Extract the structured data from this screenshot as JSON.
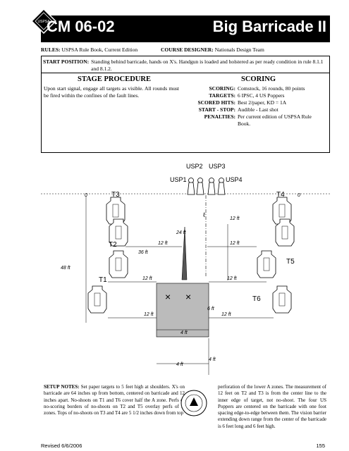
{
  "header": {
    "stage_code": "CM 06-02",
    "stage_name": "Big Barricade II",
    "logo_text": "USPSA"
  },
  "meta": {
    "rules_label": "RULES:",
    "rules_value": "USPSA Rule Book, Current Edition",
    "designer_label": "COURSE DESIGNER:",
    "designer_value": "Nationals Design Team"
  },
  "start_position": {
    "label": "START POSITION:",
    "text": "Standing behind barricade, hands on X's. Handgun is loaded and holstered as per ready condition in rule 8.1.1 and 8.1.2."
  },
  "stage_procedure": {
    "heading": "STAGE PROCEDURE",
    "text": "Upon start signal, engage all targets as visible. All rounds must be fired within the confines of the fault lines."
  },
  "scoring": {
    "heading": "SCORING",
    "rows": [
      {
        "label": "SCORING:",
        "value": "Comstock, 16 rounds, 80 points"
      },
      {
        "label": "TARGETS:",
        "value": "6 IPSC, 4 US Poppers"
      },
      {
        "label": "SCORED HITS:",
        "value": "Best 2/paper, KD = 1A"
      },
      {
        "label": "START - STOP:",
        "value": "Audible - Last shot"
      },
      {
        "label": "PENALTIES:",
        "value": "Per current edition of USPSA Rule Book."
      }
    ]
  },
  "diagram": {
    "poppers": [
      "USP1",
      "USP2",
      "USP3",
      "USP4"
    ],
    "targets": [
      "T1",
      "T2",
      "T3",
      "T4",
      "T5",
      "T6"
    ],
    "zero_left": "0",
    "zero_right": "0",
    "dims": {
      "d48": "48 ft",
      "d36": "36 ft",
      "d24": "24 ft",
      "d12_t2": "12 ft",
      "d12_t2r": "12 ft",
      "d12_t1": "12 ft",
      "d12_t6": "12 ft",
      "d12_top": "12 ft",
      "d12_bl": "12 ft",
      "d12_br": "12 ft",
      "d6": "6 ft",
      "d4_mid": "4 ft",
      "d4_bot": "4 ft",
      "d4_right": "4 ft"
    }
  },
  "setup_notes": {
    "label": "SETUP NOTES:",
    "text_left": "Set paper targets to 5 feet high at shoulders. X's on barricade are 64 inches up from bottom, centered on barricade and 12 inches apart. No-shoots on T1 and T6 cover half the A zone. Perfs of no-scoring borders of no-shoots on T2 and T5 overlay perfs of A zones. Tops of no-shoots on T3 and T4 are 5 1/2 inches down from top",
    "text_right": "perforation of the lower A zones. The measurement of 12 feet on T2 and T3 is from the center line to the inner edge of target, not no-shoot. The four US Poppers are centered on the barricade with one foot spacing edge-to-edge between them. The vision barrier extending down range from the center of the barricade is 6 feet long and 6 feet high."
  },
  "footer": {
    "revised": "Revised 6/6/2006",
    "page": "155"
  }
}
